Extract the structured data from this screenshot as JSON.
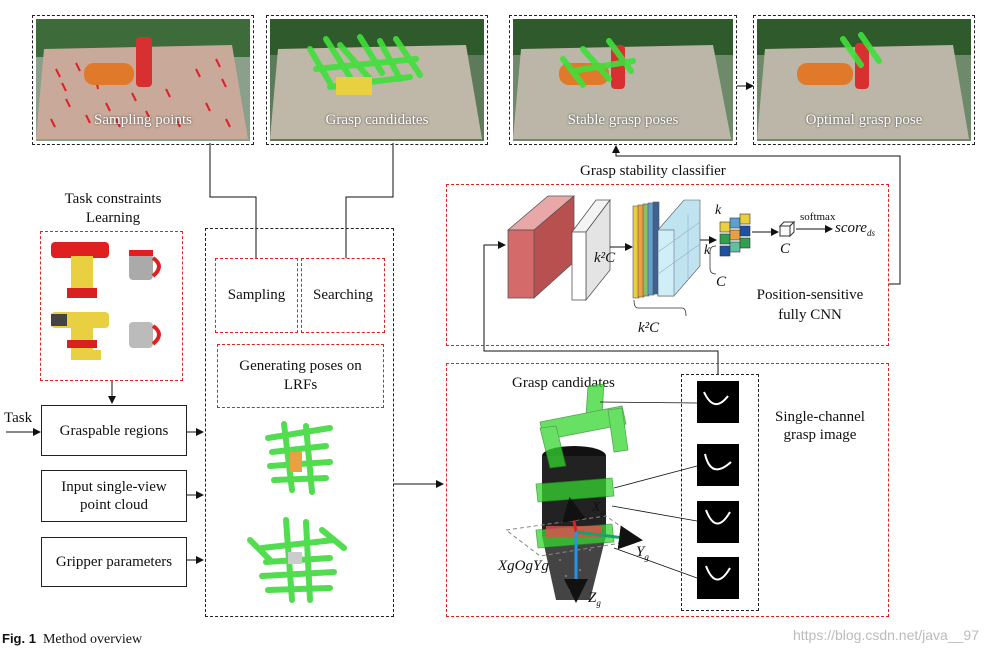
{
  "photos": {
    "sampling_points": "Sampling points",
    "grasp_candidates": "Grasp candidates",
    "stable_grasp_poses": "Stable grasp poses",
    "optimal_grasp_pose": "Optimal grasp pose"
  },
  "task_constraints": {
    "line1": "Task constraints",
    "line2": "Learning"
  },
  "inputs": {
    "task_label": "Task",
    "graspable_regions": "Graspable regions",
    "point_cloud": "Input single-view point cloud",
    "gripper_parameters": "Gripper parameters"
  },
  "generator": {
    "sampling": "Sampling",
    "searching": "Searching",
    "generating_poses": "Generating poses on LRFs"
  },
  "classifier": {
    "title": "Grasp stability classifier",
    "k2c_a": "k²C",
    "k2c_b": "k²C",
    "k_top": "k",
    "k_side": "k",
    "c_under": "C",
    "c_right": "C",
    "softmax": "softmax",
    "score": "score",
    "score_sub": "ds",
    "network_name": "Position-sensitive fully CNN"
  },
  "candidates_panel": {
    "title": "Grasp candidates",
    "single_channel": "Single-channel grasp image",
    "axis_x": "X",
    "axis_y": "Y",
    "axis_z": "Z",
    "axis_sub": "g",
    "frame_label": "XgOgYg"
  },
  "caption": {
    "fig": "Fig. 1",
    "text": "Method overview"
  },
  "watermark": "https://blog.csdn.net/java__97",
  "colors": {
    "red_dash": "#d22222",
    "grasp_green": "#35d631",
    "cube_red": "#d46a6a"
  }
}
